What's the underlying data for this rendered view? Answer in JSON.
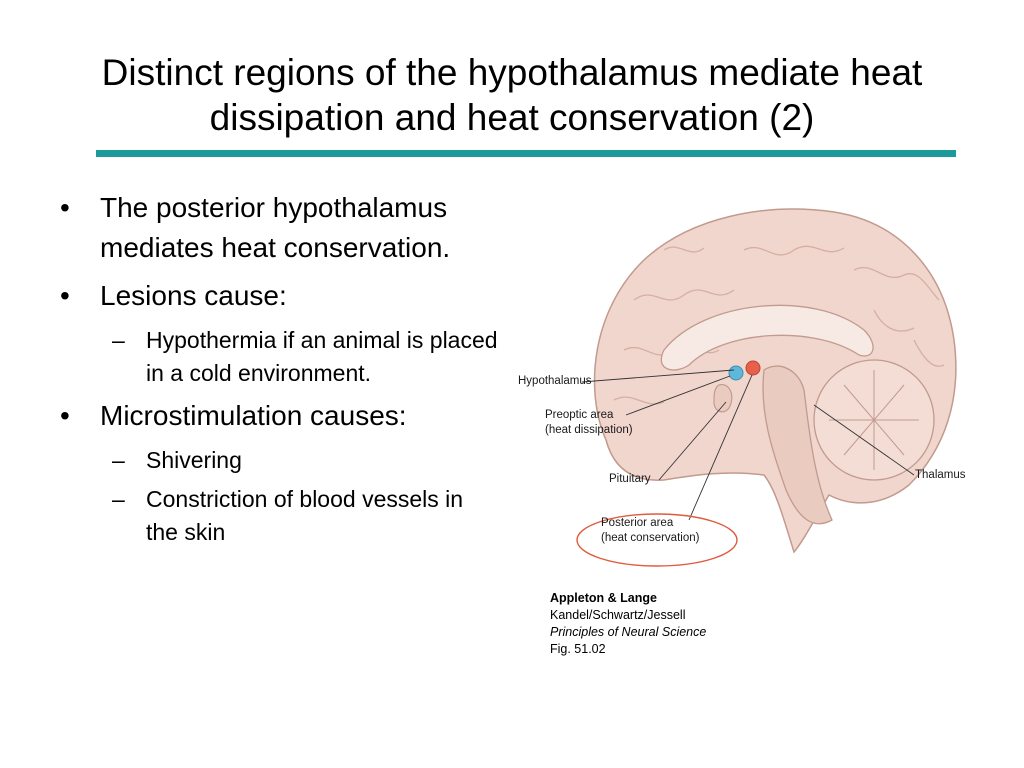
{
  "slide": {
    "title_line1": "Distinct regions of the hypothalamus mediate heat",
    "title_line2": "dissipation and heat conservation (2)"
  },
  "bullets": {
    "b1": "The posterior hypothalamus mediates heat conservation.",
    "b2": "Lesions cause:",
    "b2_sub1": "Hypothermia if an animal is placed in a cold environment.",
    "b3": "Microstimulation causes:",
    "b3_sub1": "Shivering",
    "b3_sub2": "Constriction of blood vessels in the skin"
  },
  "figure": {
    "labels": {
      "hypothalamus": "Hypothalamus",
      "preoptic_line1": "Preoptic area",
      "preoptic_line2": "(heat dissipation)",
      "pituitary": "Pituitary",
      "thalamus": "Thalamus",
      "posterior_line1": "Posterior area",
      "posterior_line2": "(heat conservation)"
    },
    "colors": {
      "brain_fill": "#f1d6cd",
      "brain_stroke": "#c29a8e",
      "preoptic_dot": "#5fb8d9",
      "posterior_dot": "#e8604a",
      "highlight_ellipse": "#e05a3c"
    },
    "credit": {
      "publisher": "Appleton & Lange",
      "authors": "Kandel/Schwartz/Jessell",
      "book": "Principles of Neural Science",
      "fig": "Fig. 51.02"
    }
  }
}
